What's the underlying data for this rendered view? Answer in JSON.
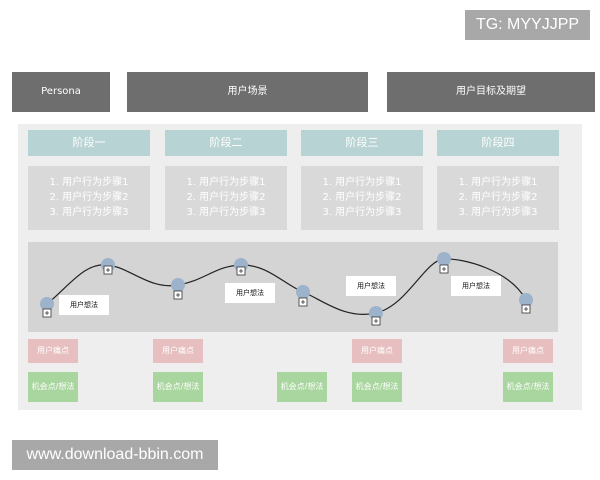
{
  "watermarks": {
    "top": "TG: MYYJJPP",
    "bottom": "www.download-bbin.com"
  },
  "header": {
    "persona": "Persona",
    "scenario": "用户场景",
    "goals": "用户目标及期望"
  },
  "stages": [
    {
      "title": "阶段一",
      "steps": [
        "1. 用户行为步骤1",
        "2. 用户行为步骤2",
        "3. 用户行为步骤3"
      ]
    },
    {
      "title": "阶段二",
      "steps": [
        "1. 用户行为步骤1",
        "2. 用户行为步骤2",
        "3. 用户行为步骤3"
      ]
    },
    {
      "title": "阶段三",
      "steps": [
        "1. 用户行为步骤1",
        "2. 用户行为步骤2",
        "3. 用户行为步骤3"
      ]
    },
    {
      "title": "阶段四",
      "steps": [
        "1. 用户行为步骤1",
        "2. 用户行为步骤2",
        "3. 用户行为步骤3"
      ]
    }
  ],
  "thoughts": [
    "用户想法",
    "用户想法",
    "用户想法",
    "用户想法"
  ],
  "pain_points": [
    "用户痛点",
    "用户痛点",
    "用户痛点",
    "用户痛点"
  ],
  "opportunities": [
    "机会点/想法",
    "机会点/想法",
    "机会点/想法",
    "机会点/想法",
    "机会点/想法"
  ],
  "colors": {
    "header": "#6e6e6e",
    "stage": "#b8d3d3",
    "node": "#9db3cc",
    "pain": "#e7bfc0",
    "opportunity": "#a9d59e"
  }
}
